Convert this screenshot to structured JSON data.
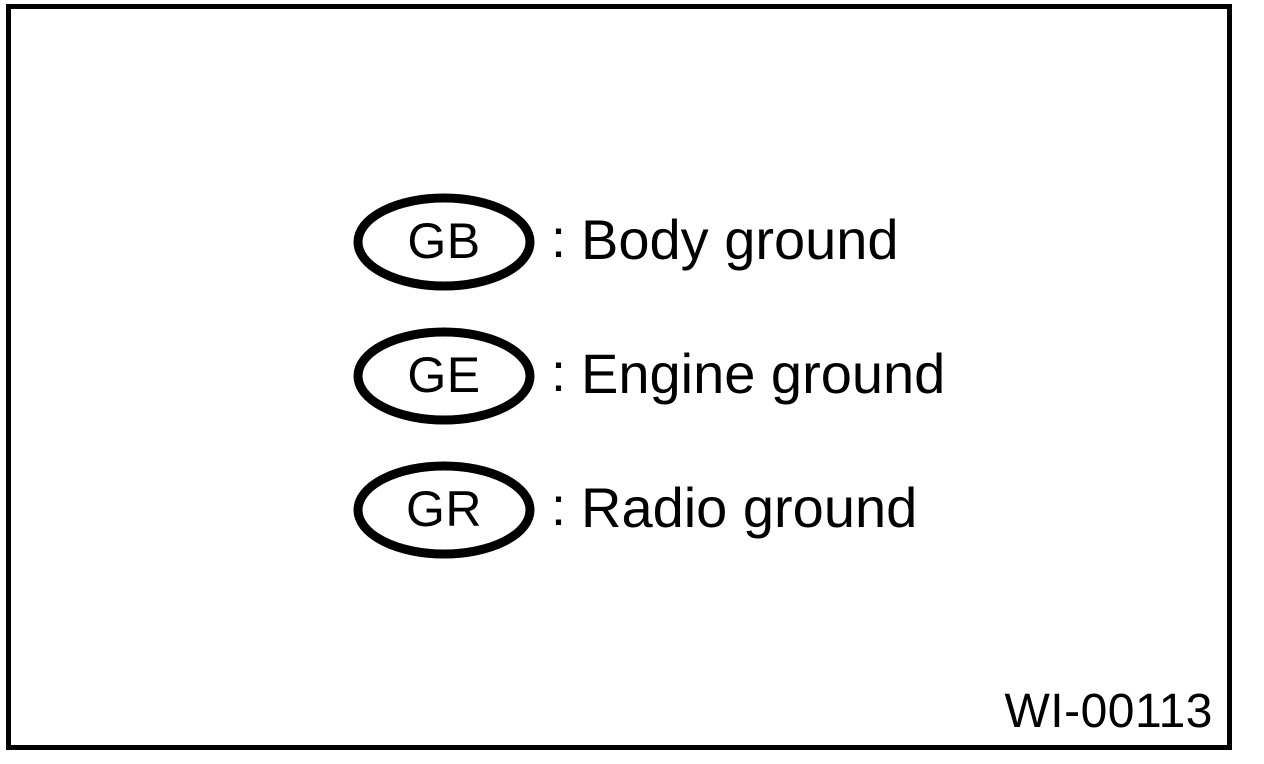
{
  "figure": {
    "type": "wiring-diagram-legend",
    "reference_code": "WI-00113",
    "background_color": "#ffffff",
    "line_color": "#000000",
    "separator": ":"
  },
  "legend": {
    "items": [
      {
        "code": "GB",
        "separator": ":",
        "description": "Body ground",
        "symbol": "ellipse-badge"
      },
      {
        "code": "GE",
        "separator": ":",
        "description": "Engine ground",
        "symbol": "ellipse-badge"
      },
      {
        "code": "GR",
        "separator": ":",
        "description": "Radio ground",
        "symbol": "ellipse-badge"
      }
    ]
  }
}
